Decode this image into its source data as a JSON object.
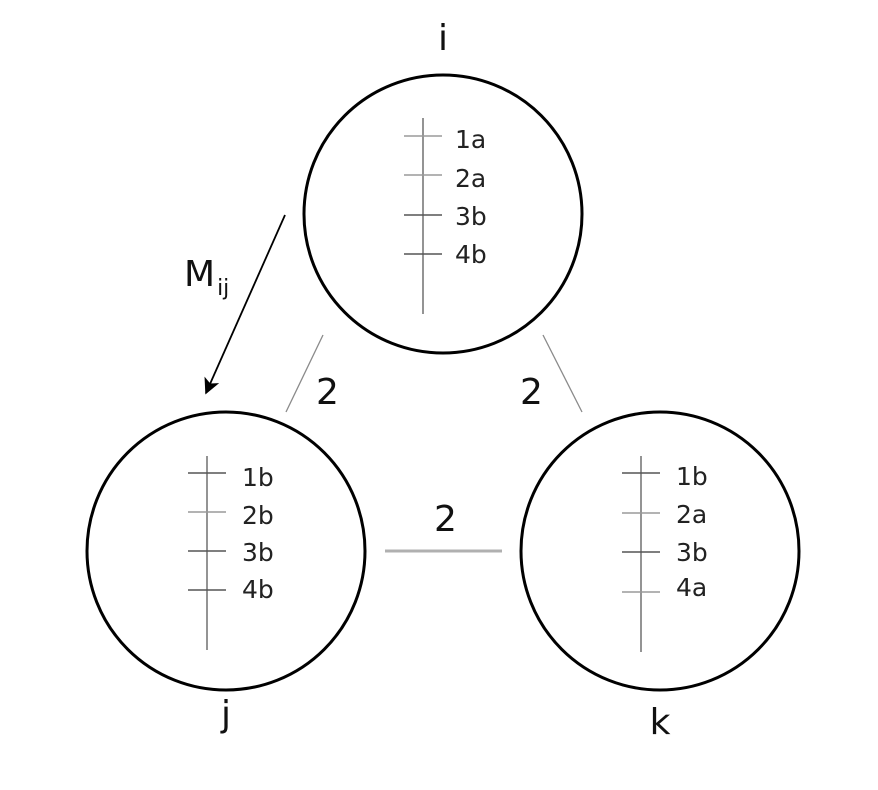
{
  "nodes": {
    "i": {
      "label": "i",
      "entries": [
        "1a",
        "2a",
        "3b",
        "4b"
      ]
    },
    "j": {
      "label": "j",
      "entries": [
        "1b",
        "2b",
        "3b",
        "4b"
      ]
    },
    "k": {
      "label": "k",
      "entries": [
        "1b",
        "2a",
        "3b",
        "4a"
      ]
    }
  },
  "edges": {
    "ij": {
      "weight": "2"
    },
    "ik": {
      "weight": "2"
    },
    "jk": {
      "weight": "2"
    }
  },
  "message": {
    "main": "M",
    "subscript": "ij"
  }
}
